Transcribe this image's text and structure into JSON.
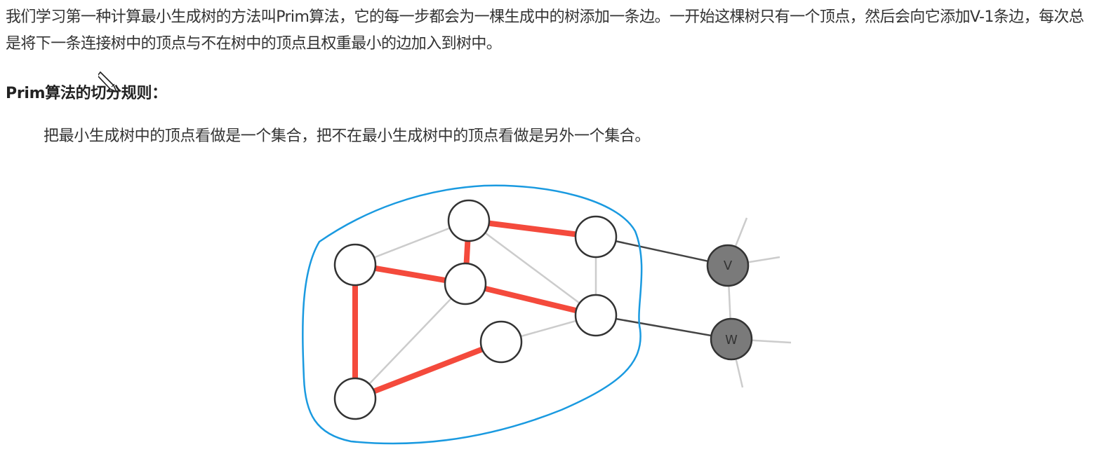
{
  "article": {
    "paragraph": "我们学习第一种计算最小生成树的方法叫Prim算法，它的每一步都会为一棵生成中的树添加一条边。一开始这棵树只有一个顶点，然后会向它添加V-1条边，每次总是将下一条连接树中的顶点与不在树中的顶点且权重最小的边加入到树中。",
    "heading": "Prim算法的切分规则：",
    "rule": "把最小生成树中的顶点看做是一个集合，把不在最小生成树中的顶点看做是另外一个集合。"
  },
  "diagram": {
    "labels": {
      "v": "V",
      "w": "W"
    },
    "colors": {
      "tree_edge": "#f44a3c",
      "light_edge": "#cccccc",
      "crossing_edge": "#444444",
      "outside_node": "#7a7a7a",
      "boundary": "#1a9ae0"
    }
  },
  "icons": {
    "cursor": "pencil-cursor-icon"
  }
}
